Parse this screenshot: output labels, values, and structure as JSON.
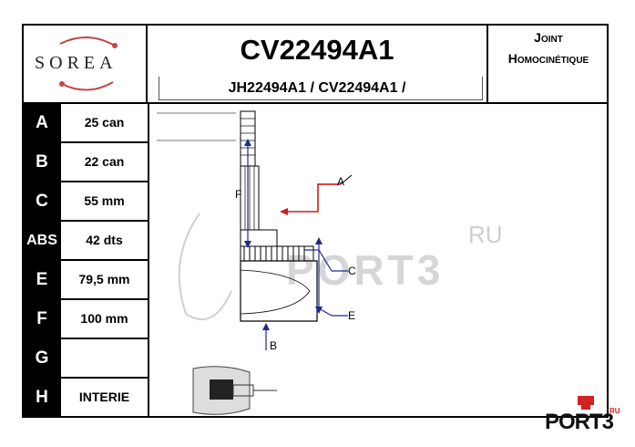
{
  "header": {
    "logo": "SOREA",
    "reference": "CV22494A1",
    "cross_references": "JH22494A1 / CV22494A1 /",
    "product_type_line1": "Joint",
    "product_type_line2": "Homocinétique"
  },
  "specs": [
    {
      "key": "A",
      "value": "25 can"
    },
    {
      "key": "B",
      "value": "22 can"
    },
    {
      "key": "C",
      "value": "55 mm"
    },
    {
      "key": "ABS",
      "value": "42 dts"
    },
    {
      "key": "E",
      "value": "79,5 mm"
    },
    {
      "key": "F",
      "value": "100 mm"
    },
    {
      "key": "G",
      "value": ""
    },
    {
      "key": "H",
      "value": "INTERIE"
    }
  ],
  "drawing": {
    "labels": {
      "a": "A",
      "b": "B",
      "c": "C",
      "e": "E",
      "f": "F"
    },
    "watermark": "PORT3",
    "watermark_suffix": "RU"
  },
  "brand": {
    "name": "PORT3",
    "suffix": "RU",
    "accent": "#d22222"
  },
  "colors": {
    "accent_red": "#c81e1e",
    "line_blue": "#1e2a8c"
  }
}
